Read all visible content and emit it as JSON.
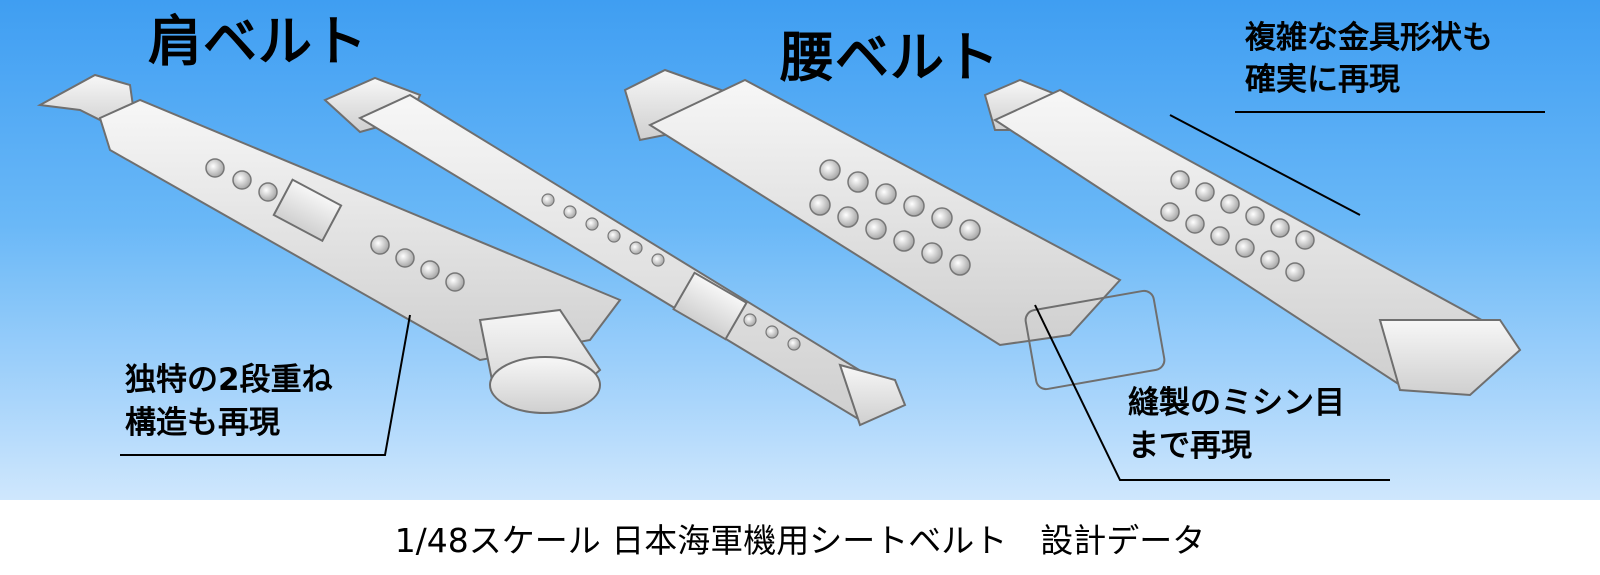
{
  "labels": {
    "shoulder_belt": "肩ベルト",
    "waist_belt": "腰ベルト",
    "note_buckle_l1": "複雑な金具形状も",
    "note_buckle_l2": "確実に再現",
    "note_layer_l1": "独特の2段重ね",
    "note_layer_l2": "構造も再現",
    "note_stitch_l1": "縫製のミシン目",
    "note_stitch_l2": "まで再現"
  },
  "caption": "1/48スケール 日本海軍機用シートベルト　設計データ",
  "colors": {
    "sky_top": "#3f9ef2",
    "sky_bottom": "#cfe7fd",
    "belt": "#e9e9e9",
    "belt_edge": "#7d7d7d"
  }
}
